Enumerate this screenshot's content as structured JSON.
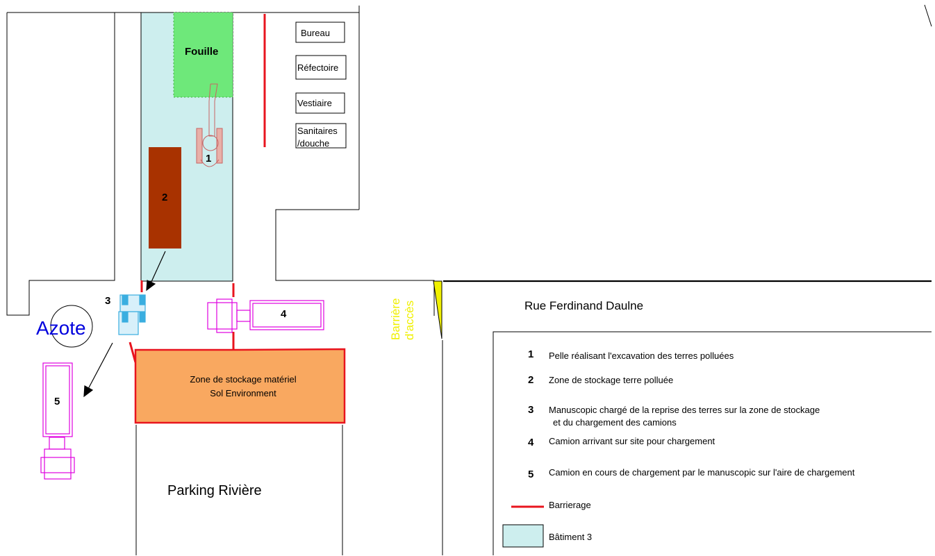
{
  "site": {
    "fouille_label": "Fouille",
    "rooms": [
      "Bureau",
      "Réfectoire",
      "Vestiaire"
    ],
    "sanitaires_line1": "Sanitaires",
    "sanitaires_line2": "/douche",
    "azote_label": "Azote",
    "storage_line1": "Zone de stockage matériel",
    "storage_line2": "Sol Environment",
    "parking_label": "Parking Rivière",
    "street_label": "Rue Ferdinand Daulne",
    "barrier_line1": "Barrière",
    "barrier_line2": "d'accès",
    "markers": [
      "1",
      "2",
      "3",
      "4",
      "5"
    ]
  },
  "legend": {
    "items": [
      {
        "num": "1",
        "text": "Pelle réalisant l'excavation des terres polluées"
      },
      {
        "num": "2",
        "text": "Zone de stockage terre polluée"
      },
      {
        "num": "3",
        "text": "Manuscopic chargé de la reprise des terres sur la zone de stockage",
        "text2": "et du chargement des camions"
      },
      {
        "num": "4",
        "text": "Camion arrivant sur site pour chargement"
      },
      {
        "num": "5",
        "text": "Camion en cours de chargement par le manuscopic sur l'aire de chargement"
      }
    ],
    "barrierage_label": "Barrierage",
    "batiment_label": "Bâtiment 3"
  },
  "colors": {
    "batiment": "#cdeeee",
    "fouille": "#6ee87a",
    "soil_stock": "#a83200",
    "storage_zone": "#f9a860",
    "barrier_red": "#e8141e",
    "vehicle_magenta": "#e000e0",
    "manuscopic_blue": "#3aaee0",
    "yellow": "#f0f000",
    "azote_blue": "#0000dd"
  }
}
